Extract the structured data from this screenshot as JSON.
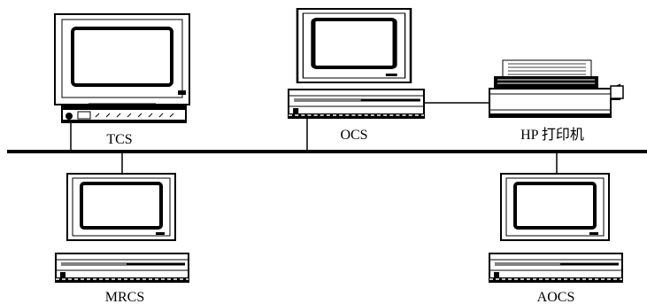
{
  "labels": {
    "tcs": "TCS",
    "ocs": "OCS",
    "printer": "HP 打印机",
    "mrcs": "MRCS",
    "aocs": "AOCS"
  },
  "colors": {
    "line": "#000000",
    "background": "#ffffff"
  },
  "icons": [
    "crt-monitor-icon",
    "desktop-unit-icon",
    "dot-matrix-printer-icon"
  ]
}
